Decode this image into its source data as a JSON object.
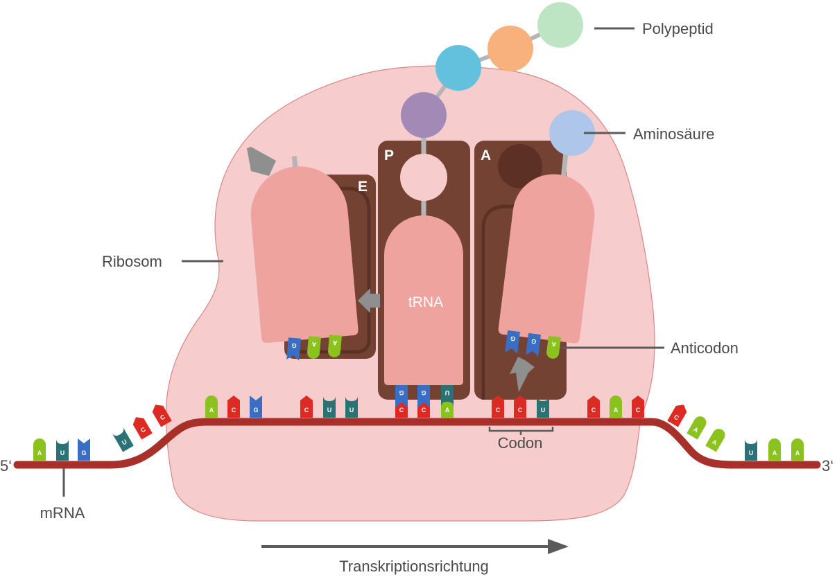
{
  "labels": {
    "polypeptide": "Polypeptid",
    "amino_acid": "Aminosäure",
    "ribosome": "Ribosom",
    "anticodon": "Anticodon",
    "codon": "Codon",
    "trna": "tRNA",
    "mrna": "mRNA",
    "five_prime": "5‘",
    "three_prime": "3‘",
    "direction": "Transkriptionsrichtung"
  },
  "sites": {
    "e": "E",
    "p": "P",
    "a": "A"
  },
  "mrna_bases": [
    "A",
    "U",
    "G",
    "U",
    "C",
    "C",
    "A",
    "C",
    "G",
    "C",
    "U",
    "U",
    "C",
    "C",
    "A",
    "C",
    "C",
    "U",
    "C",
    "A",
    "C",
    "C",
    "A",
    "A",
    "U",
    "A",
    "A"
  ],
  "e_anticodon": [
    "G",
    "A",
    "A"
  ],
  "p_anticodon": [
    "G",
    "G",
    "U"
  ],
  "a_anticodon": [
    "G",
    "G",
    "A"
  ],
  "colors": {
    "A": "#8cc21e",
    "U": "#2a7275",
    "G": "#3a6ec4",
    "C": "#dd2a22",
    "ribosome": "#f6cccc",
    "ribosome_edge": "#d98585",
    "site_brown": "#734233",
    "trna": "#efa39f",
    "mrna": "#a8302a",
    "arrow": "#8f8f8f",
    "aa_purple": "#a38ab6",
    "aa_blue": "#63c1de",
    "aa_orange": "#f8b07c",
    "aa_green": "#bde5c4",
    "aa_lightblue": "#adc6e9"
  }
}
